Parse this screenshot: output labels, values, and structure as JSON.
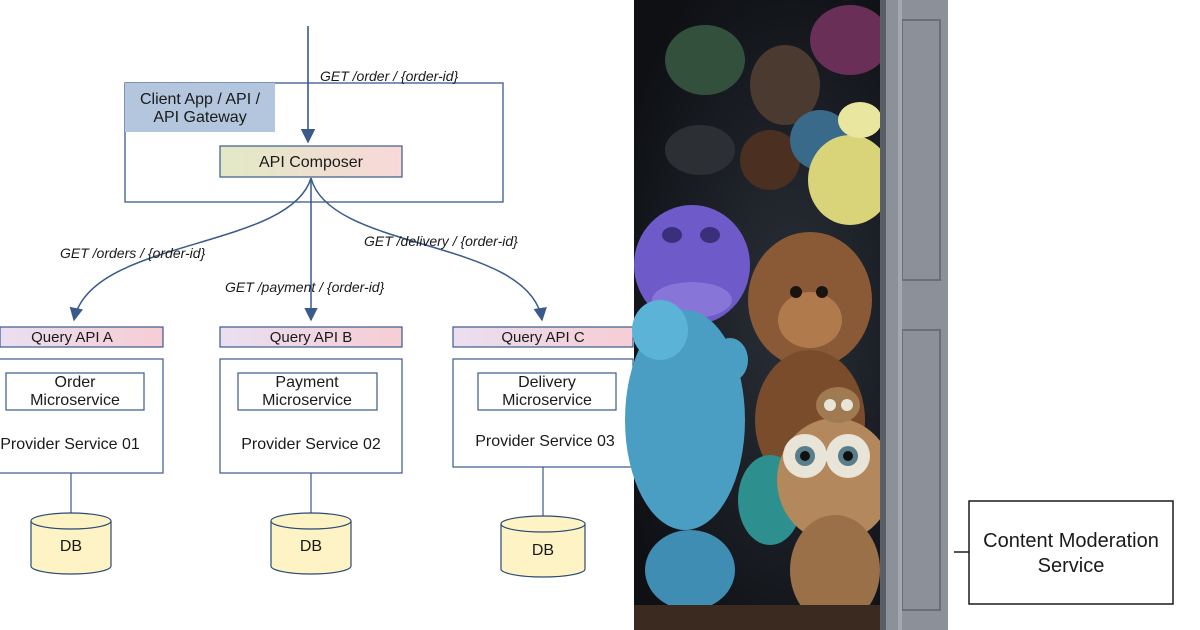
{
  "diagram": {
    "gateway_label": [
      "Client App / API /",
      "API Gateway"
    ],
    "composer_label": "API Composer",
    "incoming_request": "GET /order / {order-id}",
    "edges": {
      "orders": "GET /orders / {order-id}",
      "payment": "GET /payment / {order-id}",
      "delivery": "GET /delivery / {order-id}"
    },
    "services": [
      {
        "api": "Query API A",
        "micro": [
          "Order",
          "Microservice"
        ],
        "provider": "Provider Service 01",
        "db": "DB"
      },
      {
        "api": "Query API B",
        "micro": [
          "Payment",
          "Microservice"
        ],
        "provider": "Provider Service 02",
        "db": "DB"
      },
      {
        "api": "Query API C",
        "micro": [
          "Delivery",
          "Microservice"
        ],
        "provider": "Provider Service 03",
        "db": "DB"
      }
    ],
    "content_moderation": [
      "Content Moderation",
      "Service"
    ]
  },
  "colors": {
    "line": "#3a5a8c",
    "gateway_fill": "#b3c6de",
    "composer_gradient": [
      "#e2e9c6",
      "#f8d8d8"
    ],
    "api_gradient": [
      "#eadff0",
      "#f6cdd4"
    ],
    "db_fill": "#fdf3c4",
    "db_stroke": "#2b4a74",
    "photo_bg": "#1a1d22"
  },
  "photo": {
    "subject": "plush-toys-in-closet"
  }
}
